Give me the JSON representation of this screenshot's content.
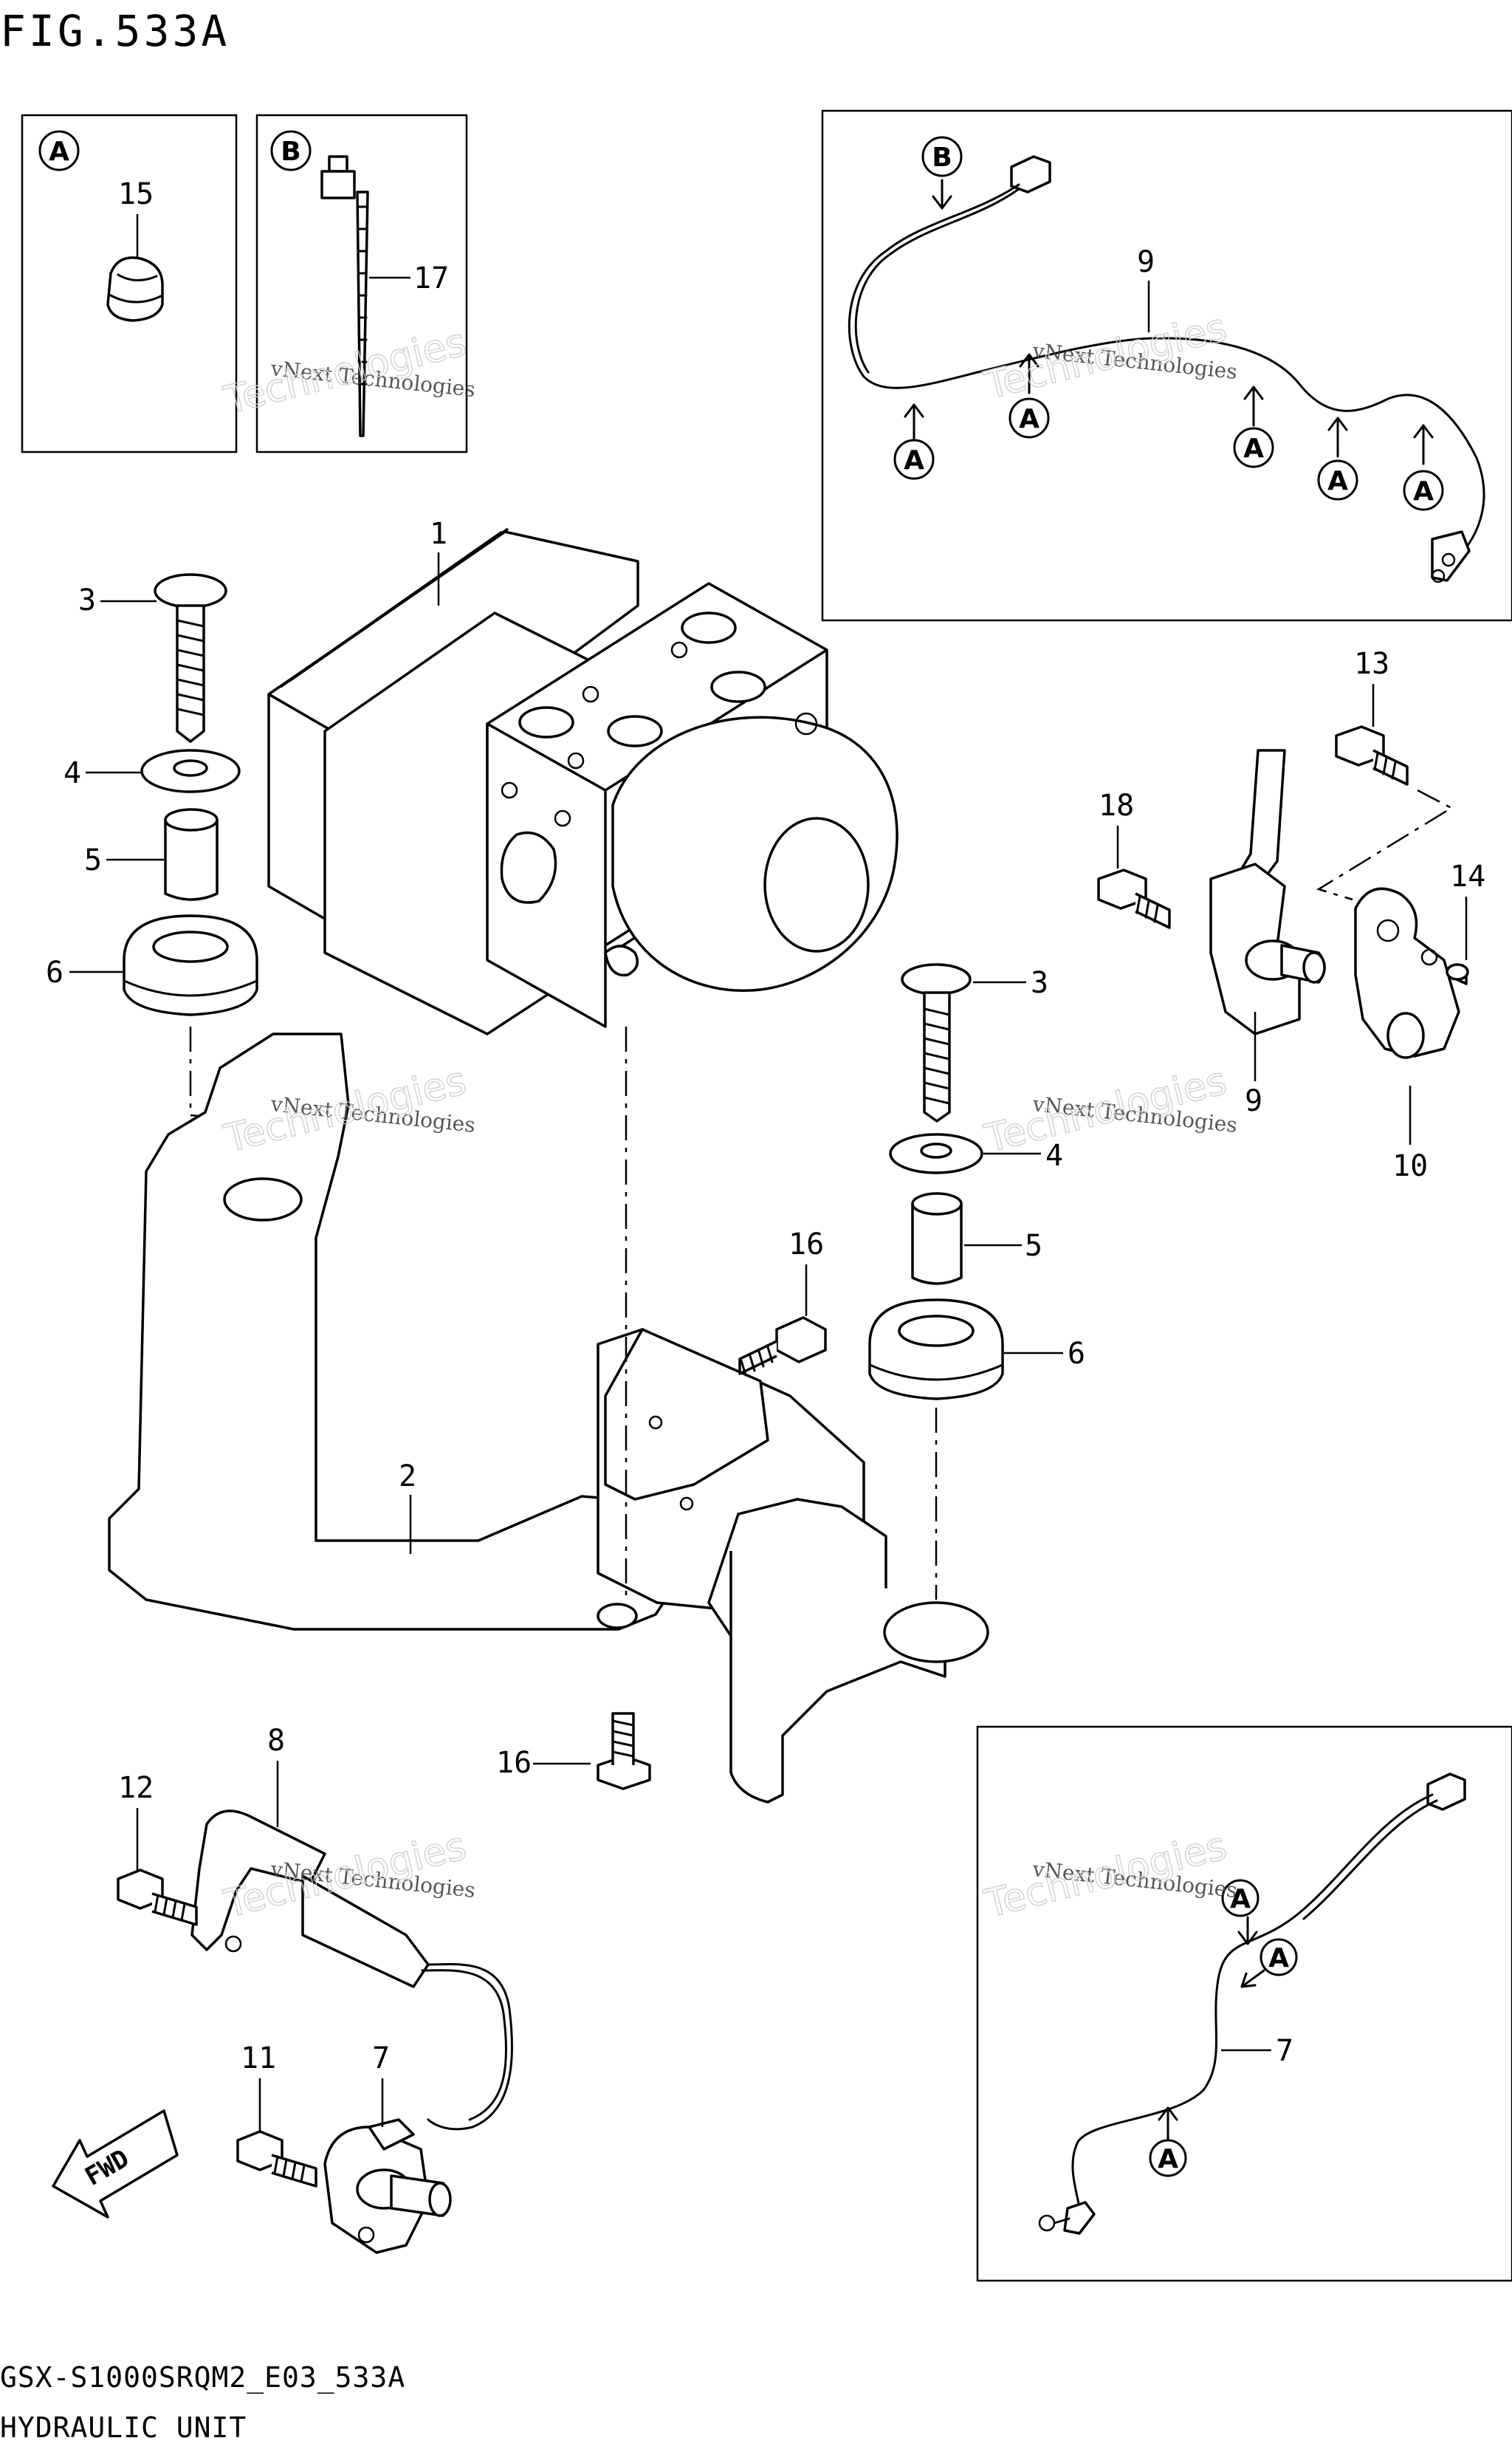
{
  "figure_title": "FIG.533A",
  "footer": {
    "model_code": "GSX-S1000SRQM2_E03_533A",
    "unit_name": "HYDRAULIC UNIT"
  },
  "watermark": {
    "line1": "vNext Technologies",
    "line2": "Technologies"
  },
  "inset_labels": {
    "a": "A",
    "b": "B"
  },
  "fwd_label": "FWD",
  "callouts": {
    "p1": "1",
    "p2": "2",
    "p3": "3",
    "p4": "4",
    "p5": "5",
    "p6": "6",
    "p7": "7",
    "p8": "8",
    "p9": "9",
    "p10": "10",
    "p11": "11",
    "p12": "12",
    "p13": "13",
    "p14": "14",
    "p15": "15",
    "p16": "16",
    "p17": "17",
    "p18": "18"
  }
}
